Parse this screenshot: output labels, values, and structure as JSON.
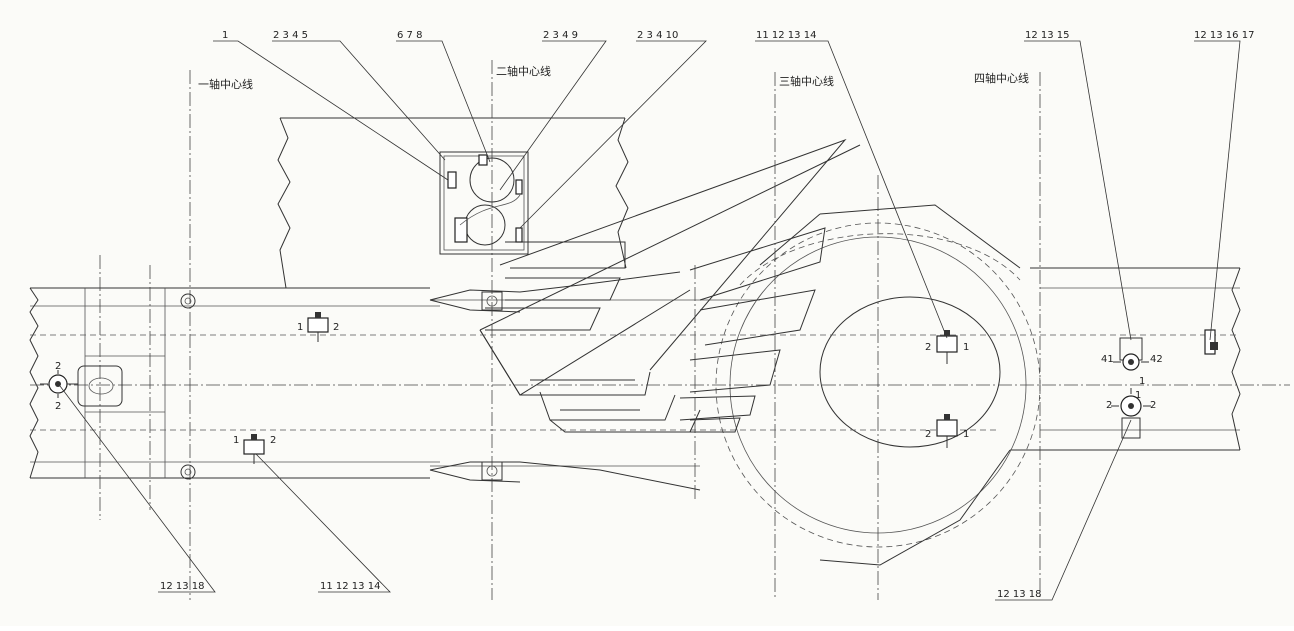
{
  "axis_labels": {
    "axis1": "一轴中心线",
    "axis2": "二轴中心线",
    "axis3": "三轴中心线",
    "axis4": "四轴中心线"
  },
  "callouts": {
    "c1": "1",
    "c2": "2 3 4 5",
    "c3": "6 7 8",
    "c4": "2 3 4 9",
    "c5": "2 3 4 10",
    "c6": "11 12 13 14",
    "c7": "12 13 15",
    "c8": "12 13 16 17",
    "c9": "12 13 18",
    "c10": "11 12 13 14",
    "c11": "12 13 18"
  },
  "port_labels": {
    "a1": "2",
    "a2": "2",
    "b1": "1",
    "b2": "2",
    "c1": "1",
    "c2": "2",
    "d1": "2",
    "d2": "1",
    "e1": "2",
    "e2": "1",
    "f1": "41",
    "f2": "42",
    "f3": "1",
    "g1": "2",
    "g2": "2",
    "g3": "1"
  }
}
